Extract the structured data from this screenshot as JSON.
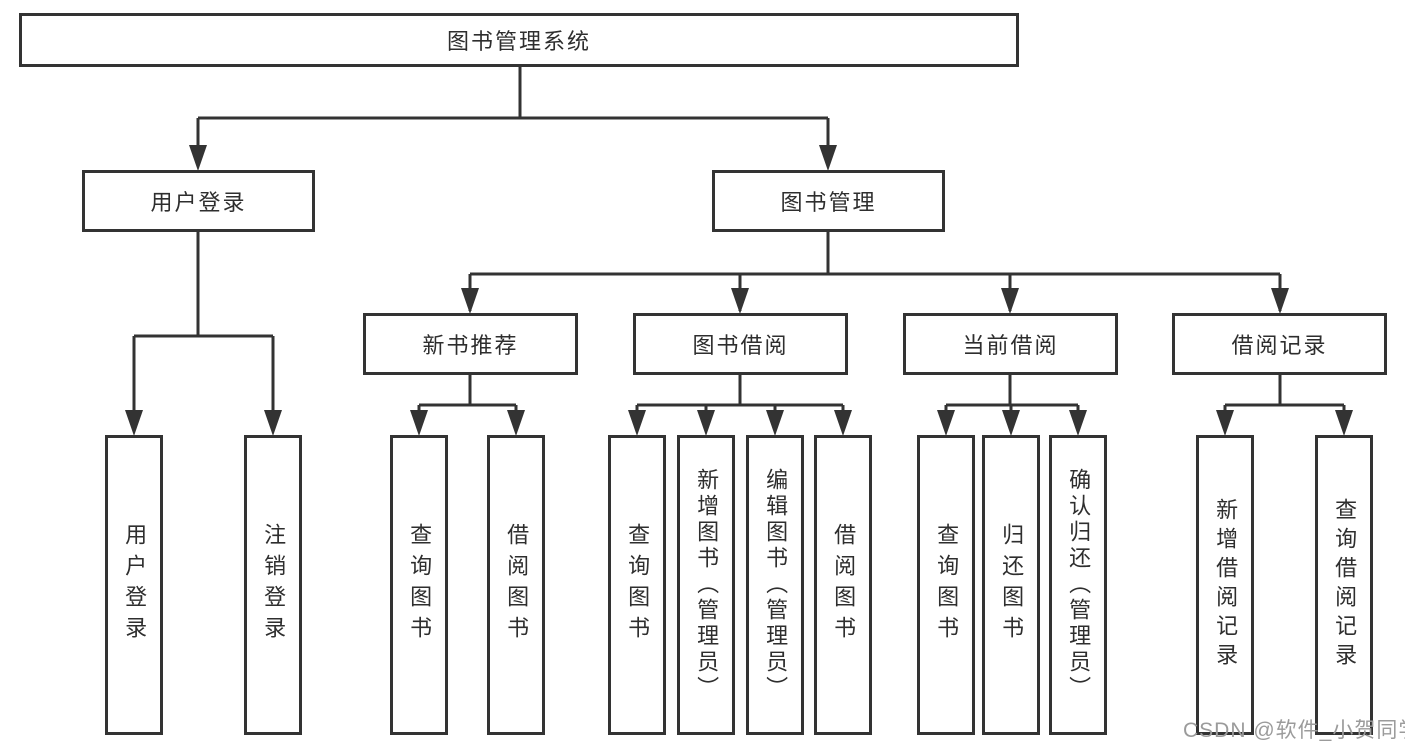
{
  "diagram": {
    "root": {
      "label": "图书管理系统"
    },
    "level2": [
      {
        "id": "user-login",
        "label": "用户登录",
        "parent": "root"
      },
      {
        "id": "book-management",
        "label": "图书管理",
        "parent": "root"
      }
    ],
    "level3": [
      {
        "id": "new-book-recommend",
        "label": "新书推荐",
        "parent": "book-management"
      },
      {
        "id": "book-borrow",
        "label": "图书借阅",
        "parent": "book-management"
      },
      {
        "id": "current-borrow",
        "label": "当前借阅",
        "parent": "book-management"
      },
      {
        "id": "borrow-records",
        "label": "借阅记录",
        "parent": "book-management"
      }
    ],
    "leaves": [
      {
        "label": "用户登录",
        "parent": "user-login"
      },
      {
        "label": "注销登录",
        "parent": "user-login"
      },
      {
        "label": "查询图书",
        "parent": "new-book-recommend"
      },
      {
        "label": "借阅图书",
        "parent": "new-book-recommend"
      },
      {
        "label": "查询图书",
        "parent": "book-borrow"
      },
      {
        "label": "新增图书（管理员）",
        "parent": "book-borrow"
      },
      {
        "label": "编辑图书（管理员）",
        "parent": "book-borrow"
      },
      {
        "label": "借阅图书",
        "parent": "book-borrow"
      },
      {
        "label": "查询图书",
        "parent": "current-borrow"
      },
      {
        "label": "归还图书",
        "parent": "current-borrow"
      },
      {
        "label": "确认归还（管理员）",
        "parent": "current-borrow"
      },
      {
        "label": "新增借阅记录",
        "parent": "borrow-records"
      },
      {
        "label": "查询借阅记录",
        "parent": "borrow-records"
      }
    ]
  },
  "watermark": {
    "text": "CSDN @软件_小贺同学"
  },
  "colors": {
    "line": "#333333",
    "text": "#2e2e2e",
    "background": "#ffffff",
    "watermark": "#9b9b9b"
  }
}
